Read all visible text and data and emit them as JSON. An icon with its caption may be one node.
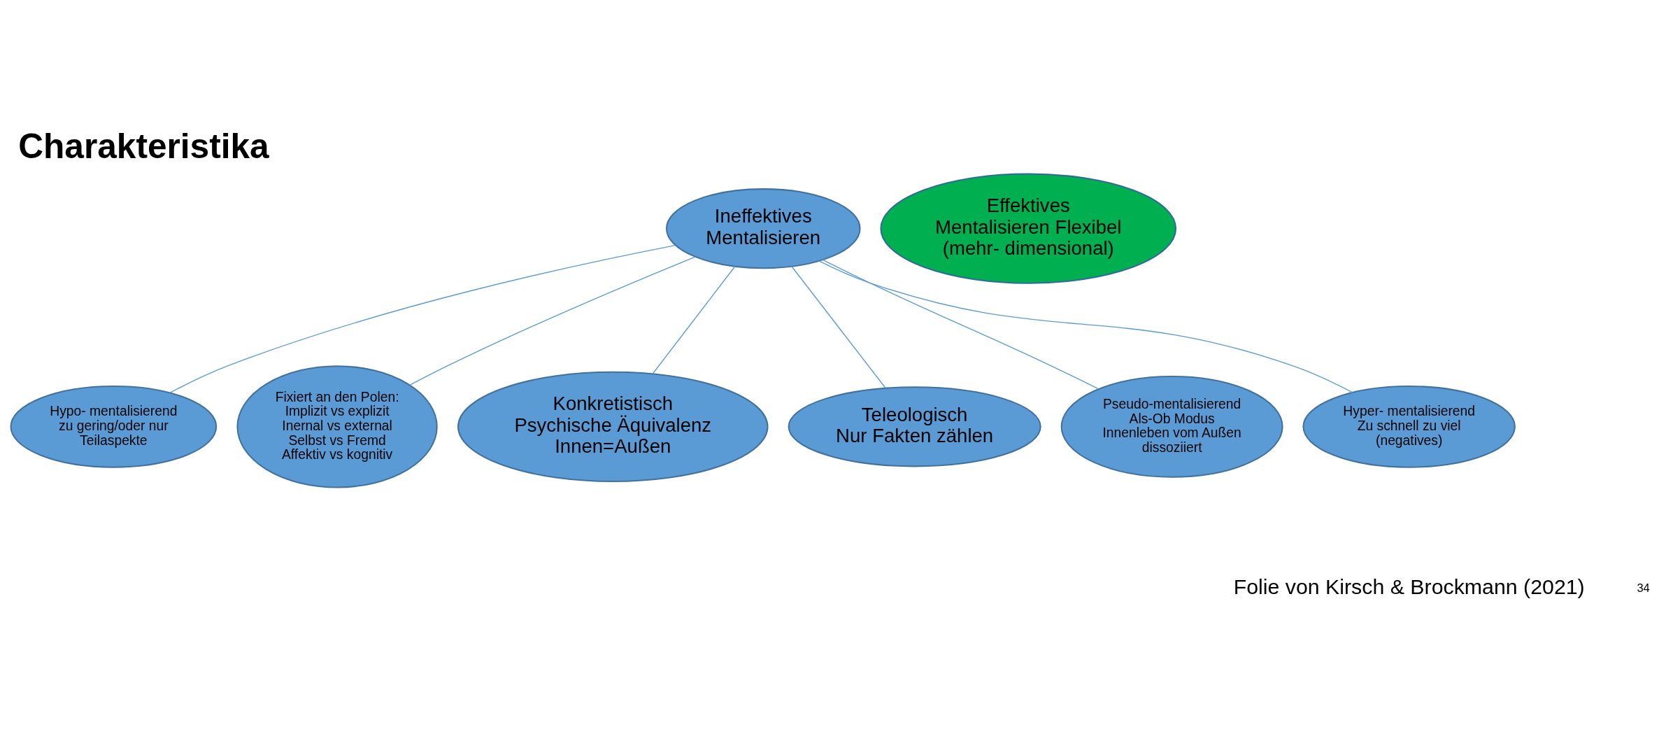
{
  "diagram": {
    "title": "Charakteristika",
    "nodes": [
      {
        "text": [
          "Ineffektives Mentalisieren"
        ]
      },
      {
        "text": [
          "Effektives Mentalisieren Flexibel (mehr- dimensional)"
        ]
      },
      {
        "text": [
          "Hypo- mentalisierend zu gering/oder nur Teilaspekte"
        ]
      },
      {
        "text": [
          "Fixiert an den Polen:",
          "Implizit vs explizit Inernal vs external Selbst vs Fremd Affektiv vs kognitiv"
        ]
      },
      {
        "text": [
          "Konkretistisch Psychische Äquivalenz",
          "Innen=Außen"
        ]
      },
      {
        "text": [
          "Teleologisch",
          "Nur Fakten zählen"
        ]
      },
      {
        "text": [
          "Pseudo-mentalisierend Als-Ob Modus Innenleben vom Außen dissoziiert"
        ]
      },
      {
        "text": [
          "Hyper- mentalisierend Zu schnell zu viel (negatives)"
        ]
      }
    ],
    "edges": [
      {
        "from": 0,
        "to": 4,
        "arrow": "none"
      },
      {
        "from": 0,
        "to": 5,
        "arrow": "none"
      },
      {
        "from": 0,
        "to": 6,
        "arrow": "none"
      },
      {
        "from": 0,
        "to": 7,
        "arrow": "none"
      },
      {
        "from": 0,
        "to": 2,
        "arrow": "none"
      },
      {
        "from": 0,
        "to": 3,
        "arrow": "none"
      }
    ],
    "labels": [
      "Folie von Kirsch & Brockmann (2021)",
      "34"
    ]
  }
}
